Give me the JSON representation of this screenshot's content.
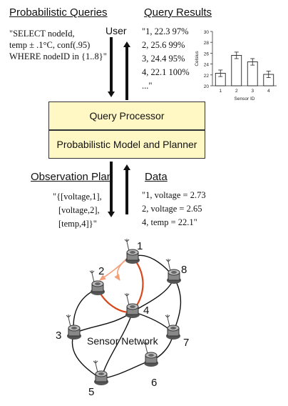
{
  "queries": {
    "heading": "Probabilistic Queries",
    "lines": [
      "\"SELECT nodeId,",
      "temp ± .1°C, conf(.95)",
      "WHERE nodeID in {1..8}\""
    ]
  },
  "results": {
    "heading": "Query Results",
    "lines": [
      "\"1, 22.3 97%",
      "2, 25.6 99%",
      "3, 24.4 95%",
      "4, 22.1 100%",
      "...\""
    ]
  },
  "user_label": "User",
  "query_processor": "Query Processor",
  "model_planner": "Probabilistic Model and Planner",
  "observation_plan": {
    "heading": "Observation Plan",
    "lines": [
      "\"{[voltage,1],",
      "[voltage,2],",
      "[temp,4]}\""
    ]
  },
  "data": {
    "heading": "Data",
    "lines": [
      "\"1, voltage = 2.73",
      "2, voltage = 2.65",
      "4, temp = 22.1\""
    ]
  },
  "network_label": "Sensor Network",
  "nodes": [
    "1",
    "2",
    "3",
    "4",
    "5",
    "6",
    "7",
    "8"
  ],
  "chart_data": {
    "type": "bar",
    "categories": [
      "1",
      "2",
      "3",
      "4"
    ],
    "values": [
      22.3,
      25.6,
      24.4,
      22.1
    ],
    "ylim": [
      20,
      30
    ],
    "yticks": [
      "20",
      "22",
      "24",
      "26",
      "28",
      "30"
    ],
    "xlabel": "Sensor ID",
    "ylabel": "Celsius"
  },
  "colors": {
    "box_fill": "#fff8c4",
    "path": "#d9481c"
  }
}
